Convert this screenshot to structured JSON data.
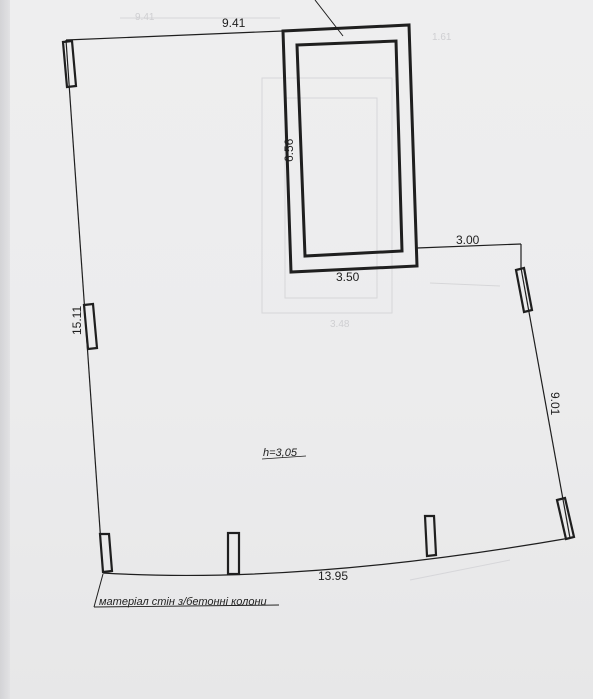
{
  "dimensions": {
    "top_wall": "9.41",
    "stair_height": "6.56",
    "stair_width": "3.50",
    "right_top_wall": "3.00",
    "left_wall": "15.11",
    "right_wall": "9.01",
    "bottom_wall": "13.95"
  },
  "ceiling_height_label": "h=3,05",
  "material_note": "матеріал стін з/бетонні колони",
  "ghost_text": {
    "top_dimension": "9.41",
    "inner_mark": "1.61",
    "lower_mark": "3.48"
  },
  "colors": {
    "line": "#1f1f1f",
    "paper": "#ececed",
    "ghost": "#cfcfd2"
  }
}
